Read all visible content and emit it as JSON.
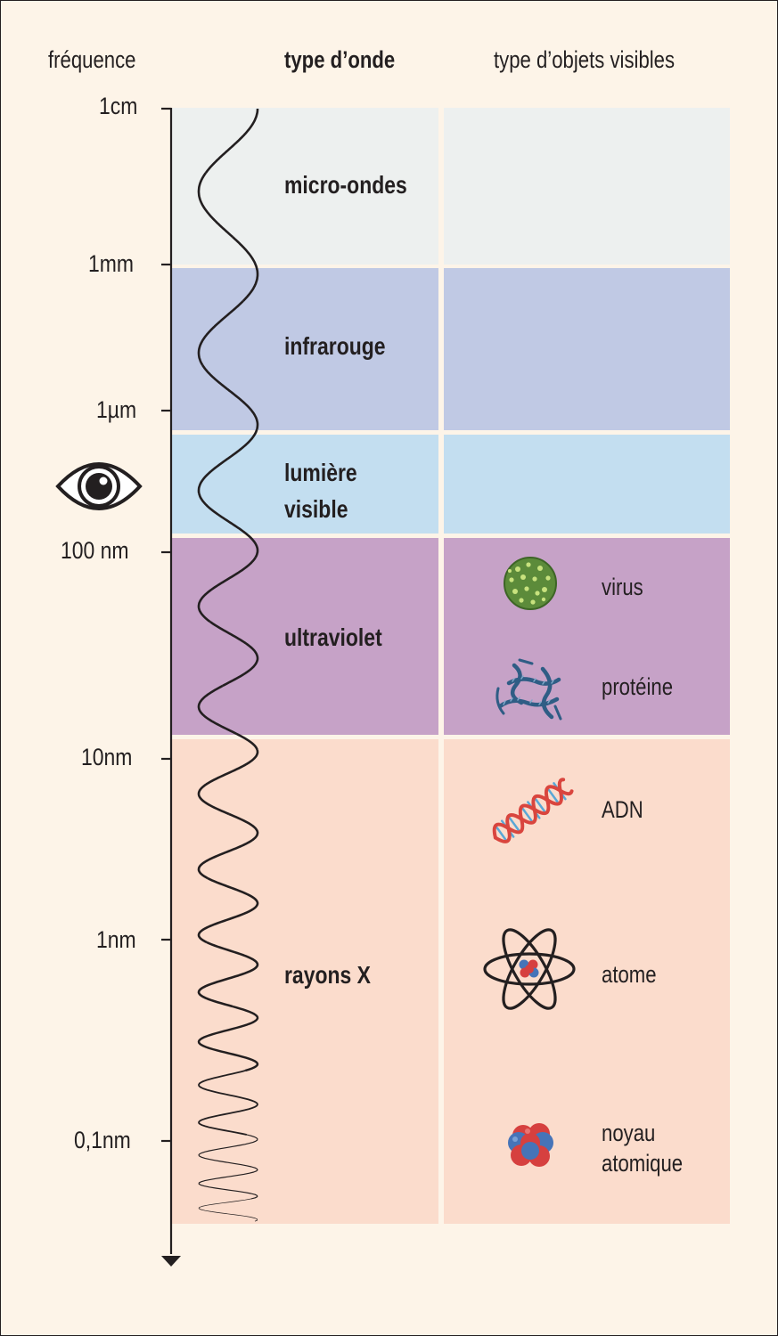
{
  "headers": {
    "frequency": "fréquence",
    "wave_type": "type d’onde",
    "visible_objects": "type d’objets visibles"
  },
  "scale_ticks": [
    "1cm",
    "1mm",
    "1µm",
    "100 nm",
    "10nm",
    "1nm",
    "0,1nm"
  ],
  "bands": [
    {
      "label": "micro-ondes",
      "color": "#edf0ef"
    },
    {
      "label": "infrarouge",
      "color": "#c0c9e4"
    },
    {
      "label_lines": [
        "lumière",
        "visible"
      ],
      "color": "#c3def0"
    },
    {
      "label": "ultraviolet",
      "color": "#c6a2c7"
    },
    {
      "label": "rayons X",
      "color": "#fbdccc"
    }
  ],
  "objects": {
    "virus": {
      "label": "virus",
      "icon": "virus-icon"
    },
    "protein": {
      "label": "protéine",
      "icon": "protein-icon"
    },
    "dna": {
      "label": "ADN",
      "icon": "dna-icon"
    },
    "atom": {
      "label": "atome",
      "icon": "atom-icon"
    },
    "nucleus": {
      "label_lines": [
        "noyau",
        "atomique"
      ],
      "icon": "nucleus-icon"
    }
  },
  "eye_icon": "eye-icon",
  "colors": {
    "line": "#231f20",
    "virus_green": "#5c8b3a",
    "protein_blue": "#2f5d85",
    "dna_red": "#d9453e",
    "dna_blue": "#5aa7d6",
    "nucleus_red": "#d6403f",
    "nucleus_blue": "#4674b8"
  }
}
